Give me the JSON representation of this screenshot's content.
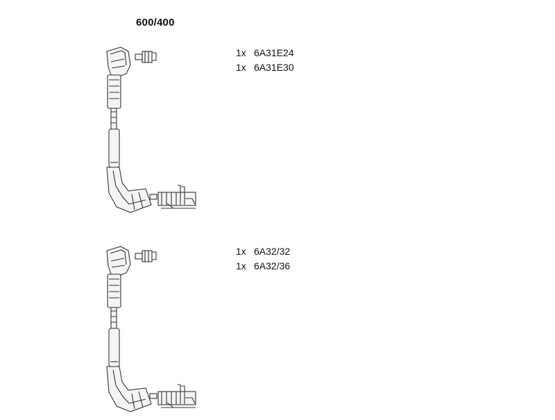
{
  "header": {
    "part_number": "600/400"
  },
  "groups": [
    {
      "items": [
        {
          "qty": "1x",
          "code": "6A31E24"
        },
        {
          "qty": "1x",
          "code": "6A31E30"
        }
      ]
    },
    {
      "items": [
        {
          "qty": "1x",
          "code": "6A32/32"
        },
        {
          "qty": "1x",
          "code": "6A32/36"
        }
      ]
    }
  ]
}
